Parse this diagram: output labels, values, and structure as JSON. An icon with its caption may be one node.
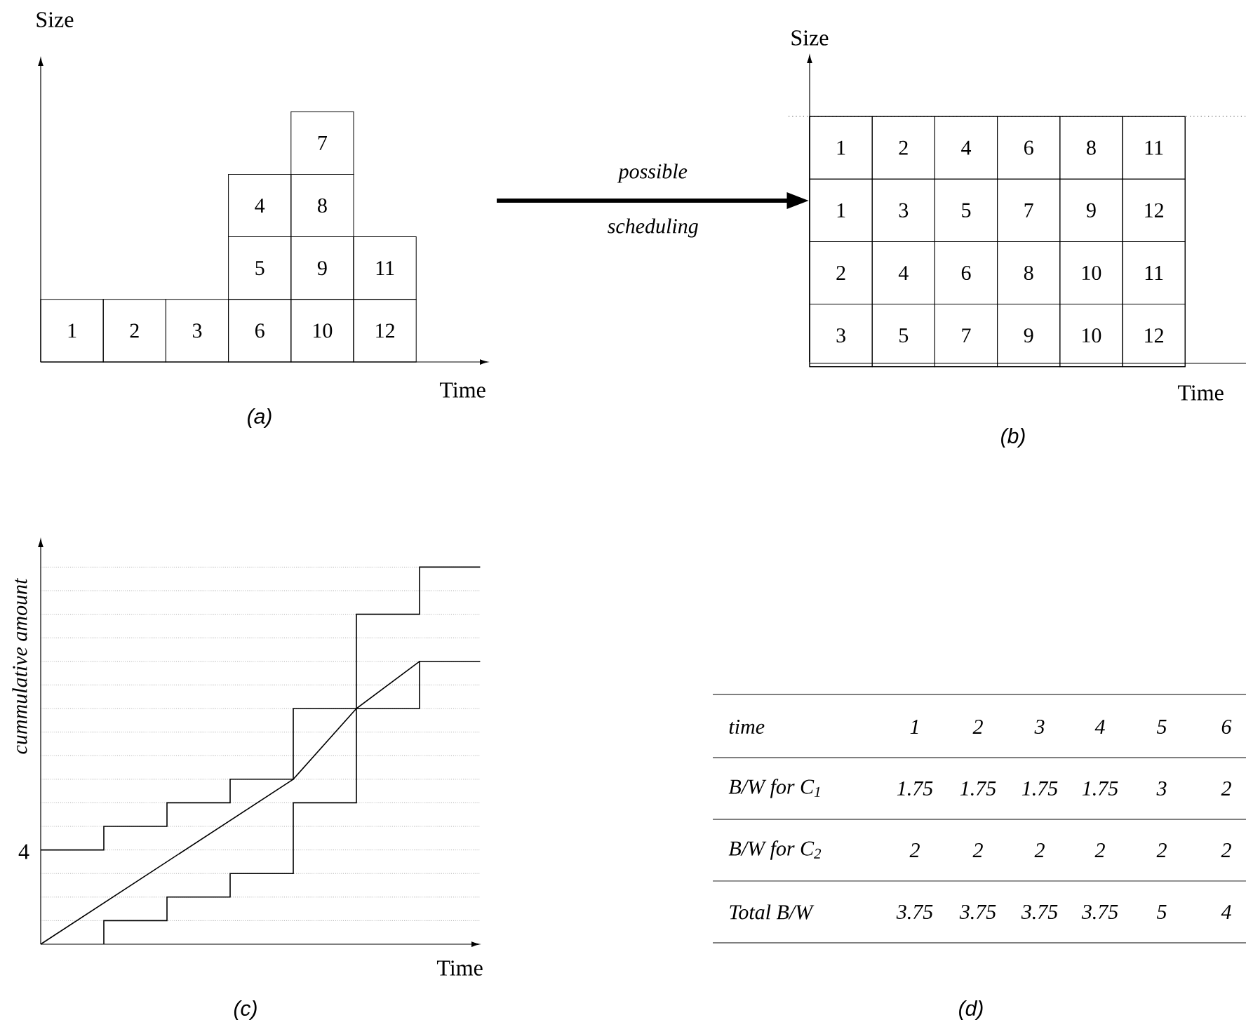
{
  "diagram": {
    "nodes": [
      {
        "text": [
          "7"
        ]
      },
      {
        "text": [
          "4"
        ]
      },
      {
        "text": [
          "8"
        ]
      },
      {
        "text": [
          "5"
        ]
      },
      {
        "text": [
          "9"
        ]
      },
      {
        "text": [
          "11"
        ]
      },
      {
        "text": [
          "1"
        ]
      },
      {
        "text": [
          "2"
        ]
      },
      {
        "text": [
          "3"
        ]
      },
      {
        "text": [
          "6"
        ]
      },
      {
        "text": [
          "10"
        ]
      },
      {
        "text": [
          "12"
        ]
      },
      {
        "text": [],
        "shape": "box"
      },
      {
        "text": [
          "1"
        ],
        "in": 12
      },
      {
        "text": [
          "2"
        ],
        "in": 12
      },
      {
        "text": [
          "4"
        ],
        "in": 12
      },
      {
        "text": [
          "6"
        ],
        "in": 12
      },
      {
        "text": [
          "8"
        ],
        "in": 12
      },
      {
        "text": [
          "11"
        ],
        "in": 12
      },
      {
        "text": [
          "1"
        ],
        "in": 12
      },
      {
        "text": [
          "3"
        ],
        "in": 12
      },
      {
        "text": [
          "5"
        ],
        "in": 12
      },
      {
        "text": [
          "7"
        ],
        "in": 12
      },
      {
        "text": [
          "9"
        ],
        "in": 12
      },
      {
        "text": [
          "12"
        ],
        "in": 12
      },
      {
        "text": [
          "2"
        ],
        "in": 12
      },
      {
        "text": [
          "4"
        ],
        "in": 12
      },
      {
        "text": [
          "6"
        ],
        "in": 12
      },
      {
        "text": [
          "8"
        ],
        "in": 12
      },
      {
        "text": [
          "10"
        ],
        "in": 12
      },
      {
        "text": [
          "11"
        ],
        "in": 12
      },
      {
        "text": [
          "3"
        ],
        "in": 12
      },
      {
        "text": [
          "5"
        ],
        "in": 12
      },
      {
        "text": [
          "7"
        ],
        "in": 12
      },
      {
        "text": [
          "9"
        ],
        "in": 12
      },
      {
        "text": [
          "10"
        ],
        "in": 12
      },
      {
        "text": [
          "12"
        ],
        "in": 12
      }
    ],
    "edges": [
      {
        "from": null,
        "to": 12,
        "arrow": "to",
        "label": "possible scheduling"
      }
    ],
    "labels": [
      "Size",
      "Time",
      "(a)",
      "Size",
      "Time",
      "(b)",
      "cummulative amount",
      "4",
      "Time",
      "(c)",
      "time",
      "1",
      "2",
      "3",
      "4",
      "5",
      "6",
      "B/W for C$_{1}$",
      "1.75",
      "1.75",
      "1.75",
      "1.75",
      "3",
      "2",
      "B/W for C$_{2}$",
      "2",
      "2",
      "2",
      "2",
      "2",
      "2",
      "Total B/W",
      "3.75",
      "3.75",
      "3.75",
      "3.75",
      "5",
      "4",
      "(d)"
    ]
  }
}
